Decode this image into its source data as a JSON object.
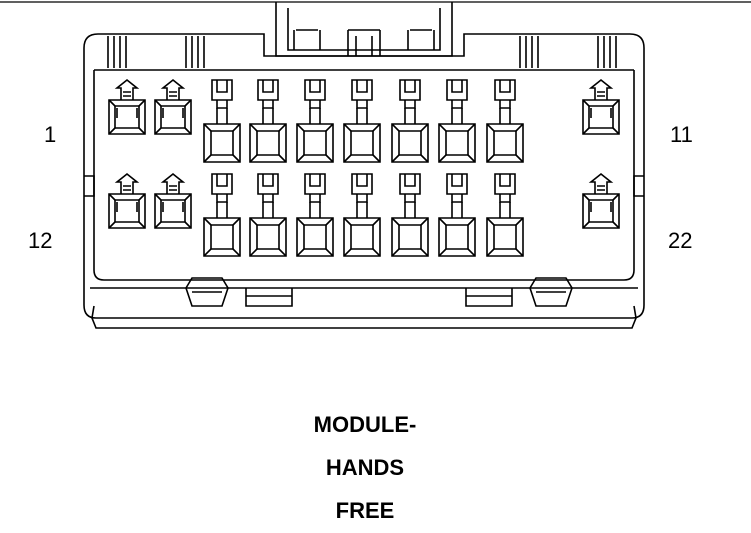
{
  "diagram": {
    "pin_labels": {
      "top_left": "1",
      "top_right": "11",
      "bottom_left": "12",
      "bottom_right": "22"
    },
    "caption": [
      "MODULE-",
      "HANDS",
      "FREE"
    ],
    "rows": [
      [
        "hook",
        "hook",
        "square",
        "square",
        "square",
        "square",
        "square",
        "square",
        "square",
        "hook"
      ],
      [
        "hook",
        "hook",
        "square",
        "square",
        "square",
        "square",
        "square",
        "square",
        "square",
        "hook"
      ]
    ]
  }
}
